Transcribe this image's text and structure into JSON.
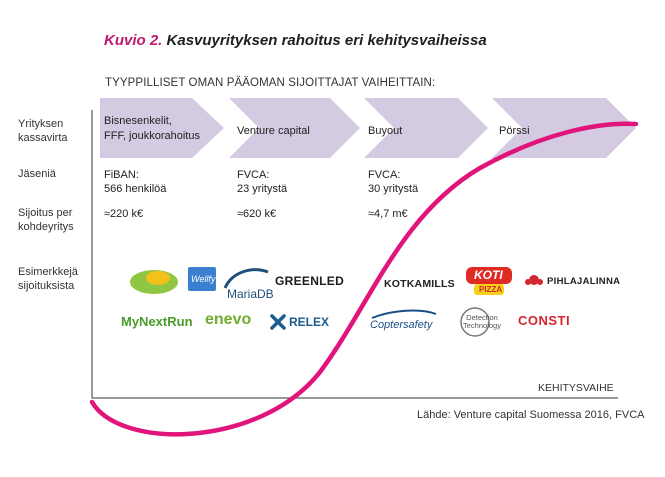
{
  "title": {
    "lead": "Kuvio 2.",
    "rest": "Kasvuyrityksen rahoitus eri kehitysvaiheissa"
  },
  "subtitle": "TYYPPILLISET OMAN PÄÄOMAN SIJOITTAJAT VAIHEITTAIN:",
  "row_labels": {
    "cashflow": "Yrityksen\nkassavirta",
    "members": "Jäseniä",
    "investment": "Sijoitus per\nkohdeyritys",
    "examples": "Esimerkkejä\nsijoituksista"
  },
  "stages": [
    {
      "label": "Bisnesenkelit,\nFFF, joukkorahoitus",
      "members": "FiBAN:\n566 henkilöä",
      "investment": "≈220 k€"
    },
    {
      "label": "Venture capital",
      "members": "FVCA:\n23 yritystä",
      "investment": "≈620 k€"
    },
    {
      "label": "Buyout",
      "members": "FVCA:\n30 yritystä",
      "investment": "≈4,7 m€"
    },
    {
      "label": "Pörssi"
    }
  ],
  "logos": {
    "a": "MyNextRun",
    "b": "enevo",
    "c": "RELEX",
    "d": "GREENLED",
    "e": "MariaDB",
    "f": "Wellfy",
    "g": "KOTKAMILLS",
    "h": "Coptersafety",
    "i": "KOTI",
    "j": "PIZZA",
    "k": "Detection Technology",
    "l": "PIHLAJALINNA",
    "m": "CONSTI"
  },
  "axis_label": "KEHITYSVAIHE",
  "source": "Lähde: Venture capital Suomessa 2016, FVCA",
  "colors": {
    "accent": "#e0147a",
    "arrow": "#d4cae2",
    "title_lead": "#c0186e",
    "axis": "#333333"
  }
}
